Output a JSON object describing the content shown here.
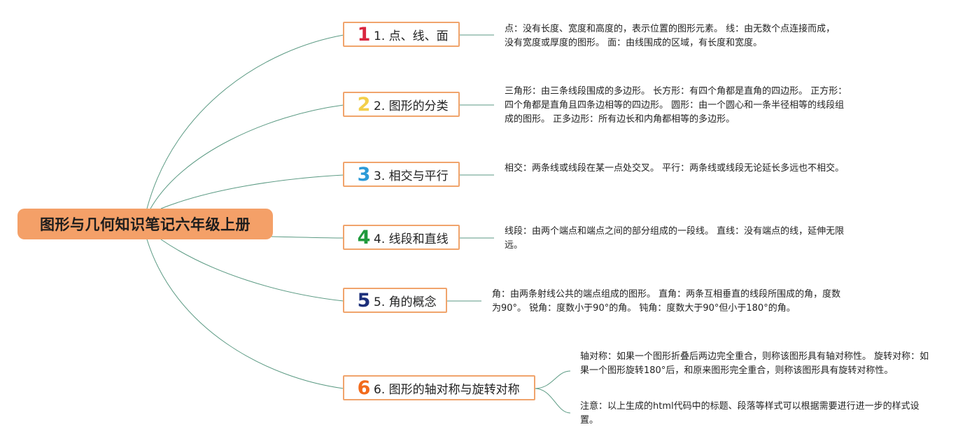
{
  "root": {
    "title": "图形与几何知识笔记六年级上册"
  },
  "topics": [
    {
      "number": "1",
      "label": "1. 点、线、面",
      "badge_color": "#d9263f",
      "notes": [
        "点：没有长度、宽度和高度的，表示位置的图形元素。 线：由无数个点连接而成，没有宽度或厚度的图形。 面：由线围成的区域，有长度和宽度。"
      ]
    },
    {
      "number": "2",
      "label": "2. 图形的分类",
      "badge_color": "#f3cf4a",
      "notes": [
        "三角形：由三条线段围成的多边形。 长方形：有四个角都是直角的四边形。 正方形：四个角都是直角且四条边相等的四边形。 圆形：由一个圆心和一条半径相等的线段组成的图形。 正多边形：所有边长和内角都相等的多边形。"
      ]
    },
    {
      "number": "3",
      "label": "3. 相交与平行",
      "badge_color": "#2b9ad8",
      "notes": [
        "相交：两条线或线段在某一点处交叉。 平行：两条线或线段无论延长多远也不相交。"
      ]
    },
    {
      "number": "4",
      "label": "4. 线段和直线",
      "badge_color": "#1f9a3c",
      "notes": [
        "线段：由两个端点和端点之间的部分组成的一段线。 直线：没有端点的线，延伸无限远。"
      ]
    },
    {
      "number": "5",
      "label": "5. 角的概念",
      "badge_color": "#1c2f7a",
      "notes": [
        "角：由两条射线公共的端点组成的图形。 直角：两条互相垂直的线段所围成的角，度数为90°。 锐角：度数小于90°的角。 钝角：度数大于90°但小于180°的角。"
      ]
    },
    {
      "number": "6",
      "label": "6. 图形的轴对称与旋转对称",
      "badge_color": "#f26a1b",
      "notes": [
        "轴对称：如果一个图形折叠后两边完全重合，则称该图形具有轴对称性。 旋转对称：如果一个图形旋转180°后，和原来图形完全重合，则称该图形具有旋转对称性。",
        "注意：以上生成的html代码中的标题、段落等样式可以根据需要进行进一步的样式设置。"
      ]
    }
  ],
  "colors": {
    "root_fill": "#f4a068",
    "topic_border": "#f0a46c",
    "connector": "#5b9a83"
  }
}
